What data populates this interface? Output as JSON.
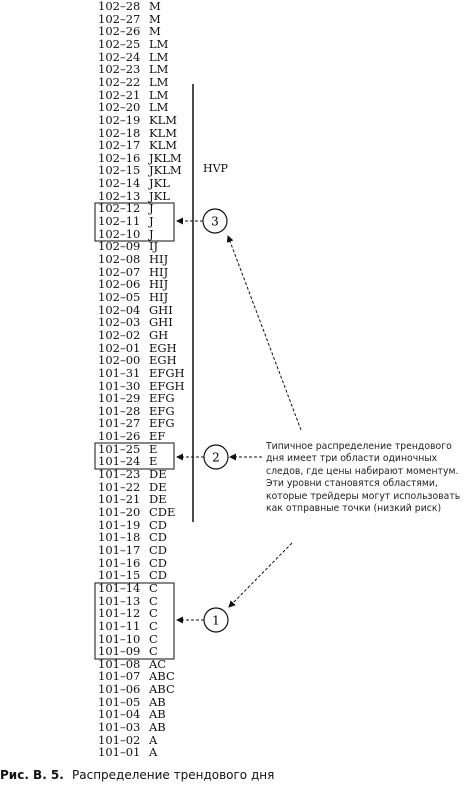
{
  "rows": [
    {
      "price": "102–28",
      "letters": "M"
    },
    {
      "price": "102–27",
      "letters": "M"
    },
    {
      "price": "102–26",
      "letters": "M"
    },
    {
      "price": "102–25",
      "letters": "LM"
    },
    {
      "price": "102–24",
      "letters": "LM"
    },
    {
      "price": "102–23",
      "letters": "LM"
    },
    {
      "price": "102–22",
      "letters": "LM"
    },
    {
      "price": "102–21",
      "letters": "LM"
    },
    {
      "price": "102–20",
      "letters": "LM"
    },
    {
      "price": "102–19",
      "letters": "KLM"
    },
    {
      "price": "102–18",
      "letters": "KLM"
    },
    {
      "price": "102–17",
      "letters": "KLM"
    },
    {
      "price": "102–16",
      "letters": "JKLM"
    },
    {
      "price": "102–15",
      "letters": "JKLM"
    },
    {
      "price": "102–14",
      "letters": "JKL"
    },
    {
      "price": "102–13",
      "letters": "JKL"
    },
    {
      "price": "102–12",
      "letters": "J"
    },
    {
      "price": "102–11",
      "letters": "J"
    },
    {
      "price": "102–10",
      "letters": "J"
    },
    {
      "price": "102–09",
      "letters": "IJ"
    },
    {
      "price": "102–08",
      "letters": "HIJ"
    },
    {
      "price": "102–07",
      "letters": "HIJ"
    },
    {
      "price": "102–06",
      "letters": "HIJ"
    },
    {
      "price": "102–05",
      "letters": "HIJ"
    },
    {
      "price": "102–04",
      "letters": "GHI"
    },
    {
      "price": "102–03",
      "letters": "GHI"
    },
    {
      "price": "102–02",
      "letters": "GH"
    },
    {
      "price": "102–01",
      "letters": "EGH"
    },
    {
      "price": "102–00",
      "letters": "EGH"
    },
    {
      "price": "101–31",
      "letters": "EFGH"
    },
    {
      "price": "101–30",
      "letters": "EFGH"
    },
    {
      "price": "101–29",
      "letters": "EFG"
    },
    {
      "price": "101–28",
      "letters": "EFG"
    },
    {
      "price": "101–27",
      "letters": "EFG"
    },
    {
      "price": "101–26",
      "letters": "EF"
    },
    {
      "price": "101–25",
      "letters": "E"
    },
    {
      "price": "101–24",
      "letters": "E"
    },
    {
      "price": "101–23",
      "letters": "DE"
    },
    {
      "price": "101–22",
      "letters": "DE"
    },
    {
      "price": "101–21",
      "letters": "DE"
    },
    {
      "price": "101–20",
      "letters": "CDE"
    },
    {
      "price": "101–19",
      "letters": "CD"
    },
    {
      "price": "101–18",
      "letters": "CD"
    },
    {
      "price": "101–17",
      "letters": "CD"
    },
    {
      "price": "101–16",
      "letters": "CD"
    },
    {
      "price": "101–15",
      "letters": "CD"
    },
    {
      "price": "101–14",
      "letters": "C"
    },
    {
      "price": "101–13",
      "letters": "C"
    },
    {
      "price": "101–12",
      "letters": "C"
    },
    {
      "price": "101–11",
      "letters": "C"
    },
    {
      "price": "101–10",
      "letters": "C"
    },
    {
      "price": "101–09",
      "letters": "C"
    },
    {
      "price": "101–08",
      "letters": "AC"
    },
    {
      "price": "101–07",
      "letters": "ABC"
    },
    {
      "price": "101–06",
      "letters": "ABC"
    },
    {
      "price": "101–05",
      "letters": "AB"
    },
    {
      "price": "101–04",
      "letters": "AB"
    },
    {
      "price": "101–03",
      "letters": "AB"
    },
    {
      "price": "101–02",
      "letters": "A"
    },
    {
      "price": "101–01",
      "letters": "A"
    }
  ],
  "hvp_label": "HVP",
  "markers": [
    "3",
    "2",
    "1"
  ],
  "annotation": "Типичное распределение трендового дня имеет три области одиночных следов, где цены набирают моментум. Эти уровни становятся областями, которые трейдеры могут использовать как отправные точки (низкий риск)",
  "caption": {
    "label": "Рис. В. 5.",
    "text": "Распределение трендового дня"
  }
}
